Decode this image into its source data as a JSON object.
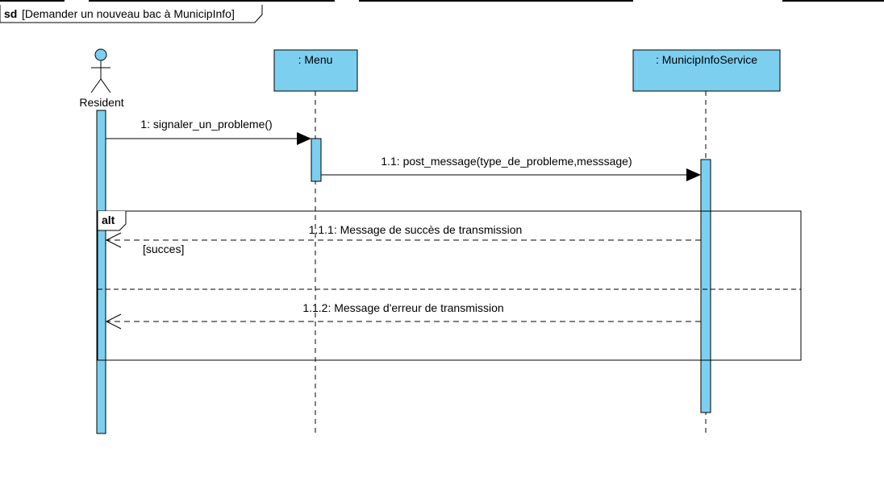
{
  "frame": {
    "keyword": "sd",
    "title": "[Demander un nouveau bac à MunicipInfo]"
  },
  "lifelines": [
    {
      "id": "resident",
      "kind": "actor",
      "label": "Resident"
    },
    {
      "id": "menu",
      "kind": "object",
      "label": ": Menu"
    },
    {
      "id": "service",
      "kind": "object",
      "label": ": MunicipInfoService"
    }
  ],
  "messages": [
    {
      "id": "m1",
      "label": "1: signaler_un_probleme()",
      "from": "resident",
      "to": "menu",
      "type": "sync"
    },
    {
      "id": "m2",
      "label": "1.1: post_message(type_de_probleme,messsage)",
      "from": "menu",
      "to": "service",
      "type": "sync"
    },
    {
      "id": "m3",
      "label": "1.1.1: Message de succès de transmission",
      "from": "service",
      "to": "resident",
      "type": "reply"
    },
    {
      "id": "m4",
      "label": "1.1.2: Message d'erreur de transmission",
      "from": "service",
      "to": "resident",
      "type": "reply"
    }
  ],
  "fragment": {
    "operator": "alt",
    "guards": [
      "[succes]"
    ]
  },
  "colors": {
    "lifeline_fill": "#7dcff0",
    "activation_fill": "#7dcff0",
    "line": "#000000"
  }
}
